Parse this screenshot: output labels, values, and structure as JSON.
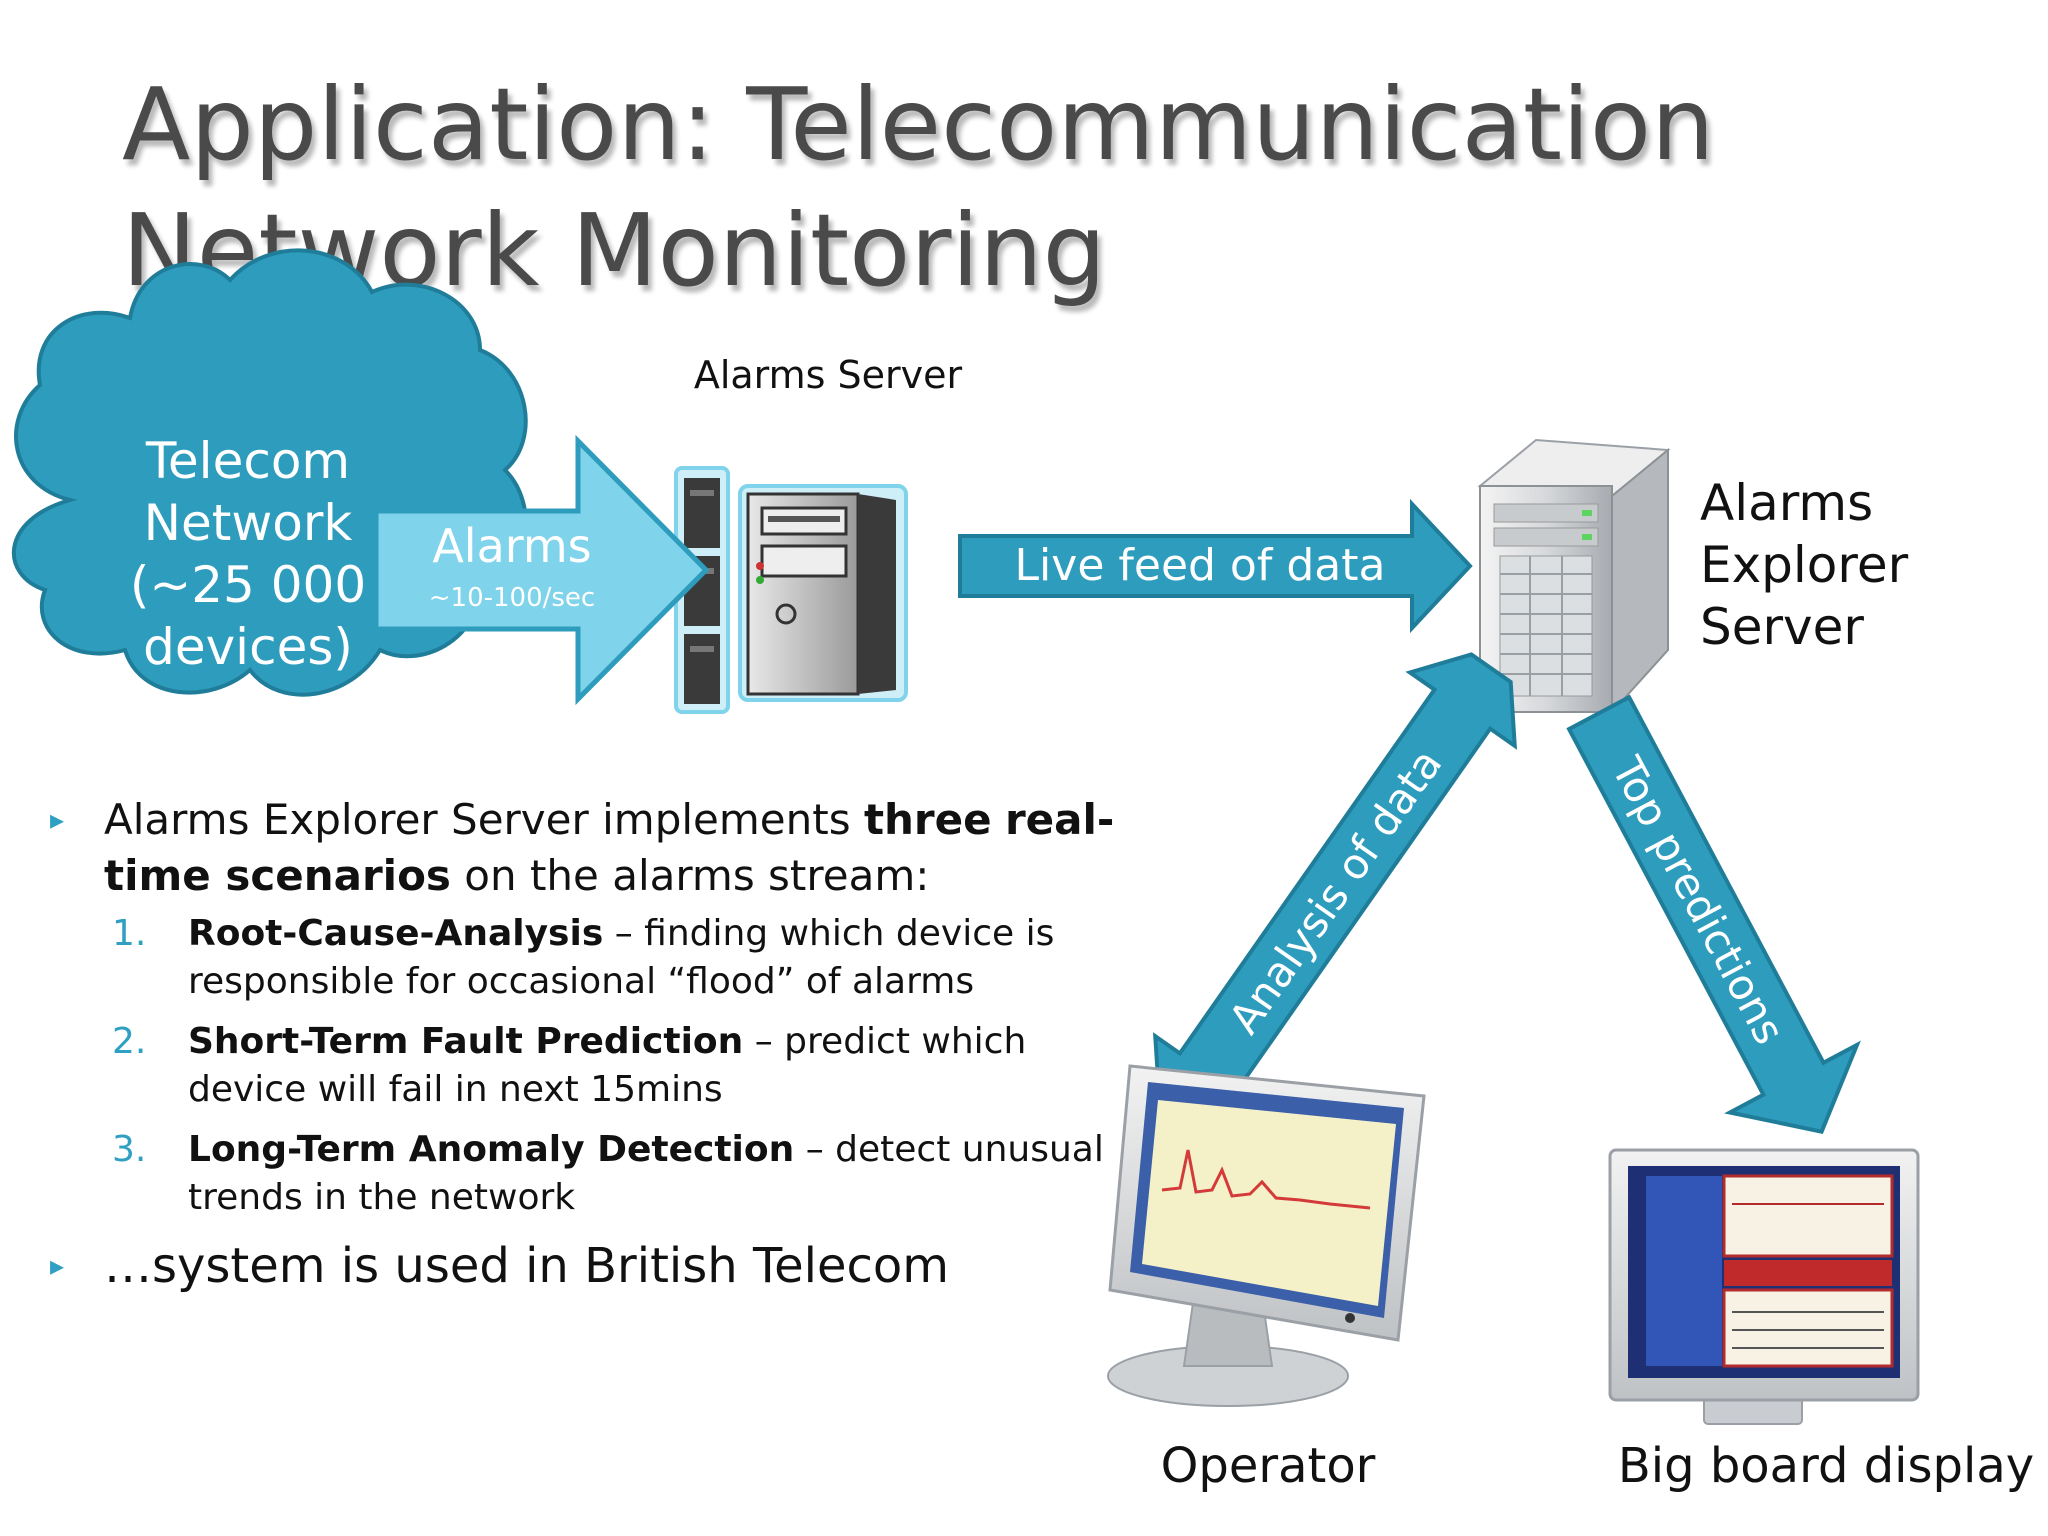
{
  "title": {
    "line1": "Application: Telecommunication",
    "line2": "Network Monitoring"
  },
  "diagram": {
    "cloud": {
      "line1": "Telecom",
      "line2": "Network",
      "line3": "(~25 000",
      "line4": "devices)"
    },
    "alarms_arrow": {
      "label": "Alarms",
      "rate": "~10-100/sec"
    },
    "alarms_server_label": "Alarms Server",
    "live_feed_label": "Live feed of data",
    "explorer_server": {
      "line1": "Alarms",
      "line2": "Explorer",
      "line3": "Server"
    },
    "analysis_label": "Analysis of data",
    "predictions_label": "Top predictions",
    "operator_label": "Operator",
    "bigboard_label": "Big board display"
  },
  "bullets": {
    "first": {
      "intro": "Alarms Explorer Server implements ",
      "bold1": "three",
      "bold2": "real-time scenarios",
      "outro": " on the alarms stream:"
    },
    "scenarios": [
      {
        "num": "1.",
        "title": "Root-Cause-Analysis",
        "desc": " – finding which device is responsible for occasional “flood” of alarms"
      },
      {
        "num": "2.",
        "title": "Short-Term Fault Prediction",
        "desc": " – predict which device will fail in next 15mins"
      },
      {
        "num": "3.",
        "title": "Long-Term Anomaly Detection",
        "desc": " – detect unusual trends in the network"
      }
    ],
    "second": "…system is used in British Telecom"
  },
  "colors": {
    "teal": "#2e9cbd",
    "teal_dark": "#1f7d99",
    "light_blue": "#7fd3eb",
    "bullet_accent": "#2f9fc2"
  }
}
